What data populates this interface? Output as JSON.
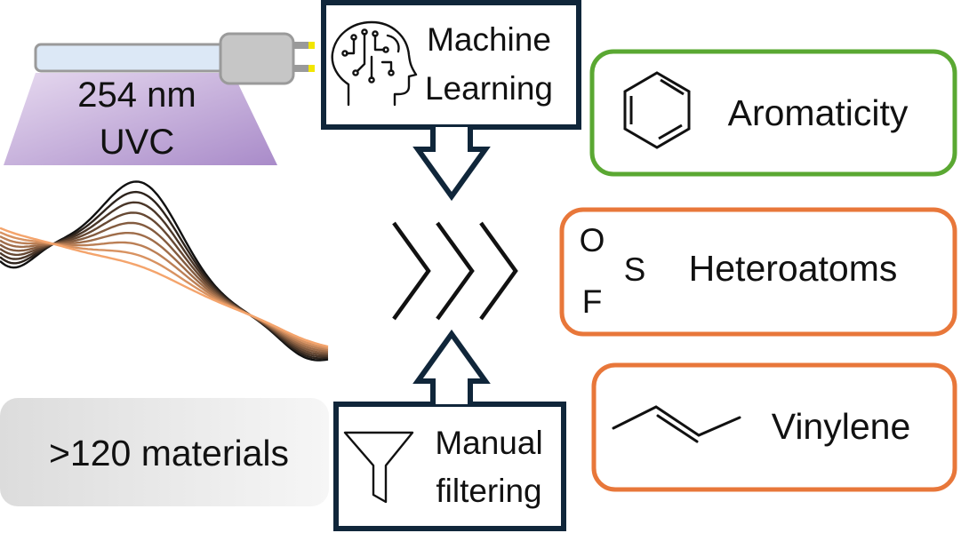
{
  "uv_lamp": {
    "wavelength_label": "254 nm",
    "band_label": "UVC"
  },
  "spectra": {
    "series_count": 9,
    "color_dark": "#111111",
    "color_light": "#f4a46c"
  },
  "materials": {
    "label": ">120 materials"
  },
  "methods": {
    "machine_learning": {
      "line1": "Machine",
      "line2": "Learning",
      "icon": "brain-circuit-icon"
    },
    "manual_filtering": {
      "line1": "Manual",
      "line2": "filtering",
      "icon": "funnel-icon"
    },
    "box_border_color": "#10263a"
  },
  "features": {
    "aromaticity": {
      "label": "Aromaticity",
      "border_color": "#5aa832",
      "icon": "benzene-ring-icon"
    },
    "heteroatoms": {
      "label": "Heteroatoms",
      "border_color": "#e8773a",
      "atoms": {
        "o": "O",
        "f": "F",
        "s": "S"
      }
    },
    "vinylene": {
      "label": "Vinylene",
      "border_color": "#e8773a",
      "icon": "vinylene-bond-icon"
    }
  }
}
